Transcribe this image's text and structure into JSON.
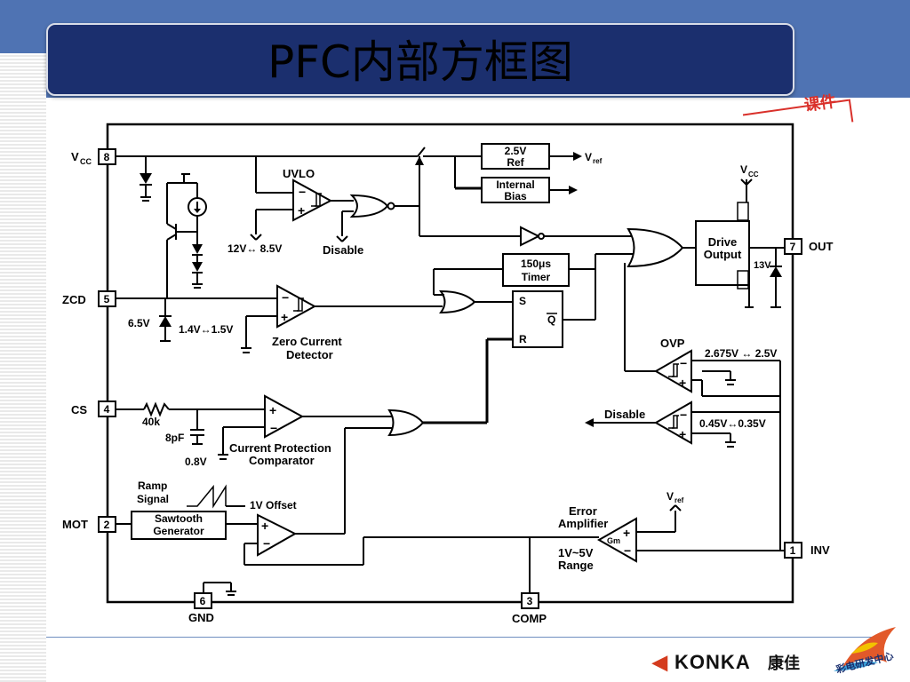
{
  "slide": {
    "title": "PFC内部方框图"
  },
  "stamp": {
    "text": "课件"
  },
  "footer": {
    "brand": "KONKA",
    "brand_cn": "康佳",
    "logo_text": "彩电研发中心"
  },
  "diagram": {
    "pins": {
      "vcc": {
        "name": "V",
        "sub": "CC",
        "num": "8"
      },
      "zcd": {
        "name": "ZCD",
        "num": "5"
      },
      "cs": {
        "name": "CS",
        "num": "4"
      },
      "mot": {
        "name": "MOT",
        "num": "2"
      },
      "gnd": {
        "name": "GND",
        "num": "6"
      },
      "comp": {
        "name": "COMP",
        "num": "3"
      },
      "out": {
        "name": "OUT",
        "num": "7"
      },
      "inv": {
        "name": "INV",
        "num": "1"
      }
    },
    "blocks": {
      "ref_line1": "2.5V",
      "ref_line2": "Ref",
      "bias_line1": "Internal",
      "bias_line2": "Bias",
      "timer_line1": "150μs",
      "timer_line2": "Timer",
      "drive_line1": "Drive",
      "drive_line2": "Output",
      "saw_line1": "Sawtooth",
      "saw_line2": "Generator",
      "sr_s": "S",
      "sr_r": "R",
      "sr_q": "Q"
    },
    "labels": {
      "vref": "V",
      "vref_sub": "ref",
      "uvlo": "UVLO",
      "uvlo_thresh": "12V↔ 8.5V",
      "disable": "Disable",
      "vcc_out": "V",
      "vcc_out_sub": "CC",
      "zener_13v": "13V",
      "zener_65v": "6.5V",
      "zcd_thresh": "1.4V↔1.5V",
      "zcd_name1": "Zero Current",
      "zcd_name2": "Detector",
      "ovp": "OVP",
      "ovp_thresh": "2.675V ↔ 2.5V",
      "disable2": "Disable",
      "dis_thresh": "0.45V↔0.35V",
      "r40k": "40k",
      "c8pf": "8pF",
      "v08": "0.8V",
      "cpc1": "Current Protection",
      "cpc2": "Comparator",
      "ramp1": "Ramp",
      "ramp2": "Signal",
      "offset": "1V Offset",
      "ea1": "Error",
      "ea2": "Amplifier",
      "gm": "Gm",
      "range1": "1V~5V",
      "range2": "Range",
      "vref2": "V",
      "vref2_sub": "ref"
    }
  }
}
